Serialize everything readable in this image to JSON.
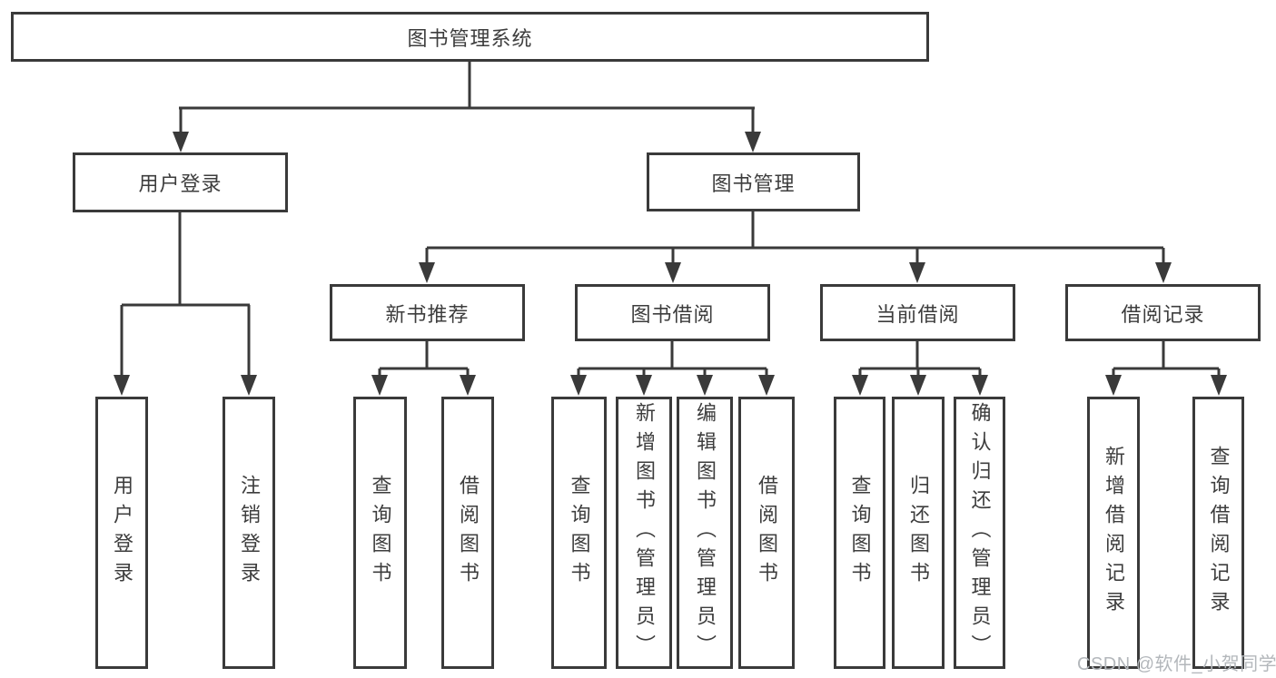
{
  "tree": {
    "root": "图书管理系统",
    "children": [
      {
        "label": "用户登录",
        "children": [
          "用户登录",
          "注销登录"
        ]
      },
      {
        "label": "图书管理",
        "children": [
          {
            "label": "新书推荐",
            "children": [
              "查询图书",
              "借阅图书"
            ]
          },
          {
            "label": "图书借阅",
            "children": [
              "查询图书",
              "新增图书（管理员）",
              "编辑图书（管理员）",
              "借阅图书"
            ]
          },
          {
            "label": "当前借阅",
            "children": [
              "查询图书",
              "归还图书",
              "确认归还（管理员）"
            ]
          },
          {
            "label": "借阅记录",
            "children": [
              "新增借阅记录",
              "查询借阅记录"
            ]
          }
        ]
      }
    ]
  },
  "watermark": {
    "text": "CSDN @软件_小贺同学"
  },
  "colors": {
    "line": "#3a3a3a",
    "text": "#3d3d3d",
    "watermark": "#b3b7bb",
    "background": "#ffffff"
  }
}
